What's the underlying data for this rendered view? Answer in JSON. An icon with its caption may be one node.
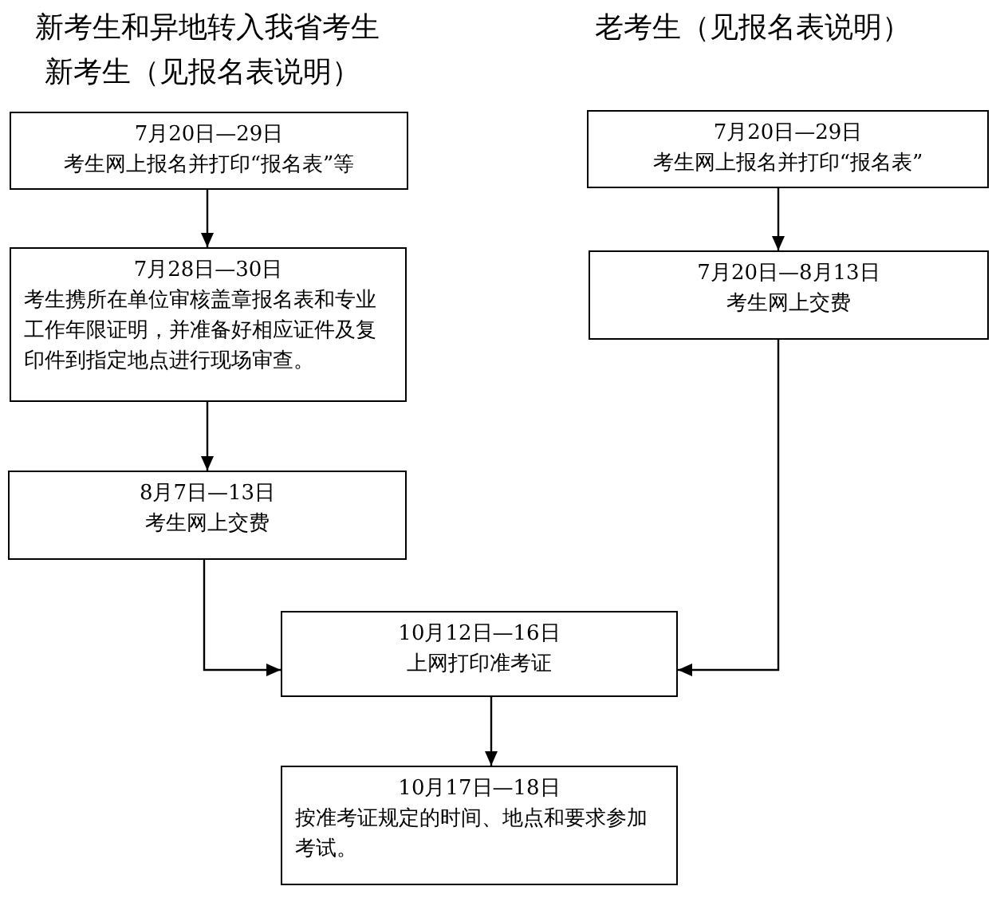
{
  "diagram": {
    "nodes": [
      {
        "text": [
          "7月20日—29日",
          "考生网上报名并打印“报名表”等"
        ]
      },
      {
        "text": [
          "7月20日—29日",
          "考生网上报名并打印“报名表”"
        ]
      },
      {
        "text": [
          "7月28日—30日",
          "考生携所在单位审核盖章报名表和专业工作年限证明，并准备好相应证件及复印件到指定地点进行现场审查。"
        ]
      },
      {
        "text": [
          "7月20日—8月13日",
          "考生网上交费"
        ]
      },
      {
        "text": [
          "8月7日—13日",
          "考生网上交费"
        ]
      },
      {
        "text": [
          "10月12日—16日",
          "上网打印准考证"
        ]
      },
      {
        "text": [
          "10月17日—18日",
          "按准考证规定的时间、地点和要求参加考试。"
        ]
      }
    ],
    "edges": [
      {
        "from": 0,
        "to": 2,
        "arrow": "to"
      },
      {
        "from": 2,
        "to": 4,
        "arrow": "to"
      },
      {
        "from": 1,
        "to": 3,
        "arrow": "to"
      },
      {
        "from": 4,
        "to": 5,
        "arrow": "to"
      },
      {
        "from": 3,
        "to": 5,
        "arrow": "to"
      },
      {
        "from": 5,
        "to": 6,
        "arrow": "to"
      }
    ],
    "labels": [
      "新考生和异地转入我省考生",
      "老考生（见报名表说明）",
      "新考生（见报名表说明）"
    ]
  }
}
